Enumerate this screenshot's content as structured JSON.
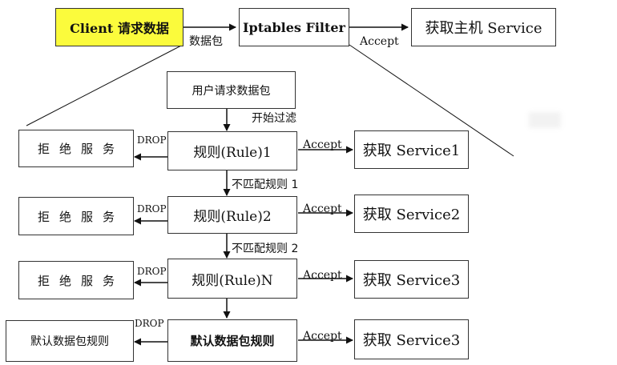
{
  "colors": {
    "client_highlight": "#fbfb3c",
    "line": "#111111",
    "border": "#333333"
  },
  "top_flow": {
    "client": "Client 请求数据",
    "filter": "Iptables Filter",
    "service": "获取主机 Service",
    "packet_label": "数据包",
    "accept_label": "Accept"
  },
  "detail_flow": {
    "start_box": "用户请求数据包",
    "start_filter_label": "开始过滤",
    "drop_label": "DROP",
    "accept_label": "Accept",
    "rows": [
      {
        "reject": "拒绝服务",
        "rule": "规则(Rule)1",
        "service": "获取 Service1",
        "next_label": "不匹配规则 1"
      },
      {
        "reject": "拒绝服务",
        "rule": "规则(Rule)2",
        "service": "获取 Service2",
        "next_label": "不匹配规则 2"
      },
      {
        "reject": "拒绝服务",
        "rule": "规则(Rule)N",
        "service": "获取 Service3",
        "next_label": ""
      },
      {
        "reject": "默认数据包规则",
        "rule": "默认数据包规则",
        "service": "获取 Service3",
        "next_label": ""
      }
    ]
  }
}
